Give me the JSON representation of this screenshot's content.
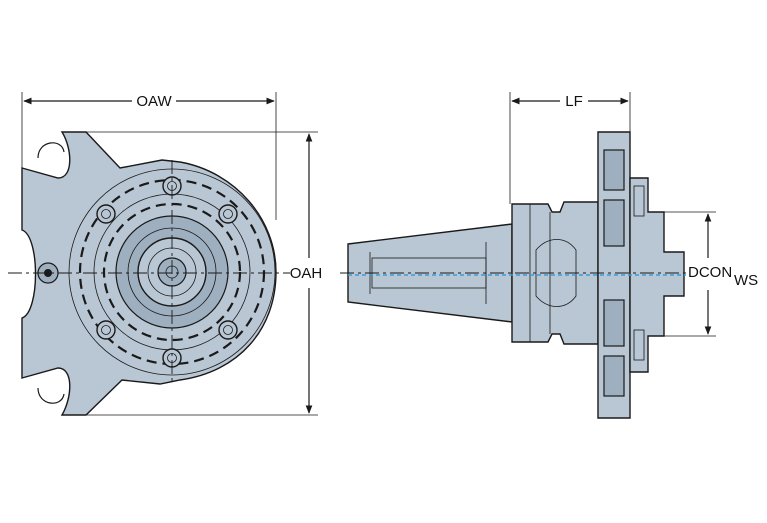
{
  "dimensions": {
    "oaw": "OAW",
    "oah": "OAH",
    "lf": "LF",
    "dcon_main": "DCON",
    "dcon_sub": "WS"
  },
  "colors": {
    "part_fill": "#b9c6d3",
    "part_dark": "#9eafc0",
    "outline": "#1a1a1a",
    "coolant": "#3a9bd8"
  }
}
